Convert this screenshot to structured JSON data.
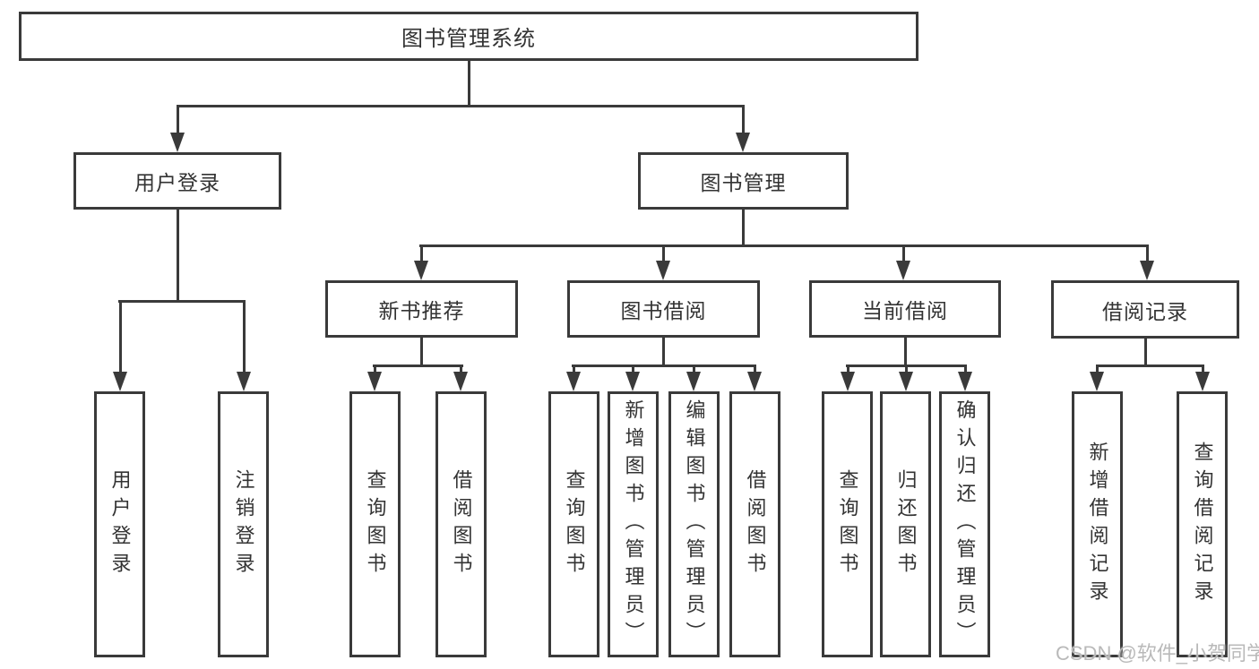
{
  "tree": {
    "root": "图书管理系统",
    "branches": [
      {
        "label": "用户登录",
        "leaves": [
          "用户登录",
          "注销登录"
        ]
      },
      {
        "label": "图书管理",
        "children": [
          {
            "label": "新书推荐",
            "leaves": [
              "查询图书",
              "借阅图书"
            ]
          },
          {
            "label": "图书借阅",
            "leaves": [
              "查询图书",
              "新增图书（管理员）",
              "编辑图书（管理员）",
              "借阅图书"
            ]
          },
          {
            "label": "当前借阅",
            "leaves": [
              "查询图书",
              "归还图书",
              "确认归还（管理员）"
            ]
          },
          {
            "label": "借阅记录",
            "leaves": [
              "新增借阅记录",
              "查询借阅记录"
            ]
          }
        ]
      }
    ]
  },
  "watermark": "CSDN @软件_小贺同学",
  "colors": {
    "line": "#3a3a3a",
    "text": "#333333",
    "watermark": "#b9b9b9",
    "background": "#ffffff"
  }
}
